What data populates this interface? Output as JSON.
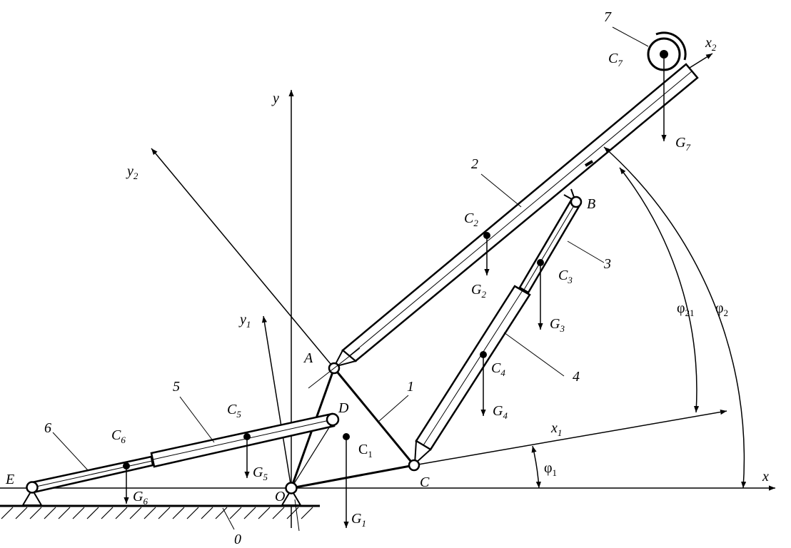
{
  "labels": {
    "y": "y",
    "x": "x",
    "x1": "x",
    "x1_sub": "1",
    "x2": "x",
    "x2_sub": "2",
    "y1": "y",
    "y1_sub": "1",
    "y2": "y",
    "y2_sub": "2",
    "O": "O",
    "A": "A",
    "B": "B",
    "C": "C",
    "D": "D",
    "E": "E",
    "n0": "0",
    "n1": "1",
    "n2": "2",
    "n3": "3",
    "n4": "4",
    "n5": "5",
    "n6": "6",
    "n7": "7",
    "C1": "C",
    "C1_sub": "1",
    "C2": "C",
    "C2_sub": "2",
    "C3": "C",
    "C3_sub": "3",
    "C4": "C",
    "C4_sub": "4",
    "C5": "C",
    "C5_sub": "5",
    "C6": "C",
    "C6_sub": "6",
    "C7": "C",
    "C7_sub": "7",
    "G1": "G",
    "G1_sub": "1",
    "G2": "G",
    "G2_sub": "2",
    "G3": "G",
    "G3_sub": "3",
    "G4": "G",
    "G4_sub": "4",
    "G5": "G",
    "G5_sub": "5",
    "G6": "G",
    "G6_sub": "6",
    "G7": "G",
    "G7_sub": "7",
    "phi1": "φ",
    "phi1_sub": "1",
    "phi2": "φ",
    "phi2_sub": "2",
    "phi21": "φ",
    "phi21_sub": "21"
  }
}
